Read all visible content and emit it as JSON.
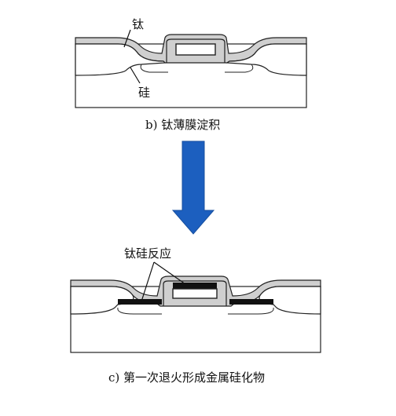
{
  "diagram_b": {
    "label_titanium": "钛",
    "label_silicon": "硅",
    "caption": "b) 钛薄膜淀积"
  },
  "diagram_c": {
    "label_reaction": "钛硅反应",
    "caption": "c) 第一次退火形成金属硅化物"
  },
  "colors": {
    "substrate_fill": "#ffffff",
    "oxide_fill": "#e6e6e6",
    "titanium_fill": "#c8c8c8",
    "silicide_fill": "#111111",
    "arrow_fill": "#1c5fbf",
    "line": "#222222"
  }
}
